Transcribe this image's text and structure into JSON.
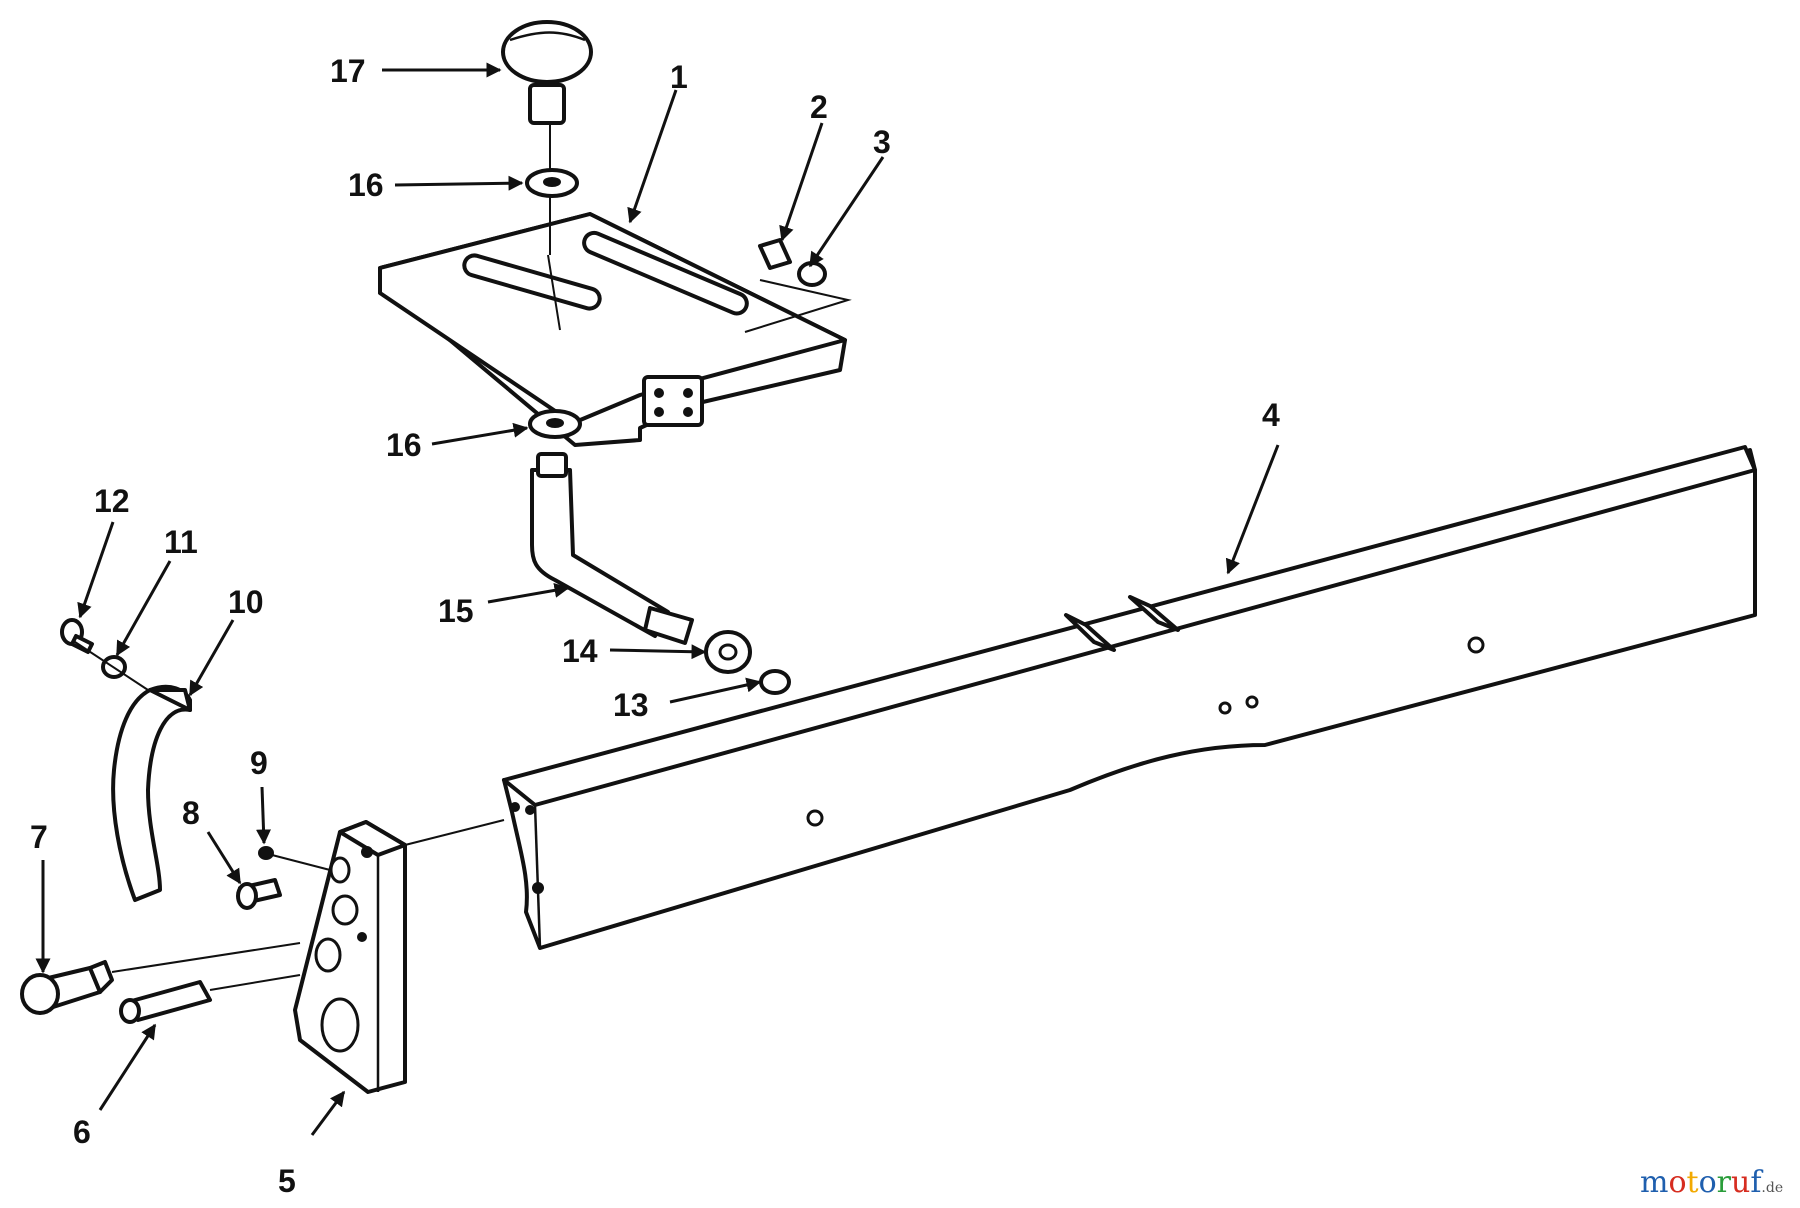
{
  "diagram": {
    "callouts": [
      "1",
      "2",
      "3",
      "4",
      "5",
      "6",
      "7",
      "8",
      "9",
      "10",
      "11",
      "12",
      "13",
      "14",
      "15",
      "16",
      "16",
      "17"
    ],
    "watermark": {
      "brand": "motoruf",
      "suffix": ".de",
      "colors": [
        "#1f5fae",
        "#d62d20",
        "#f2a900",
        "#1f5fae",
        "#2a9d3a",
        "#d62d20",
        "#1f5fae"
      ]
    }
  }
}
